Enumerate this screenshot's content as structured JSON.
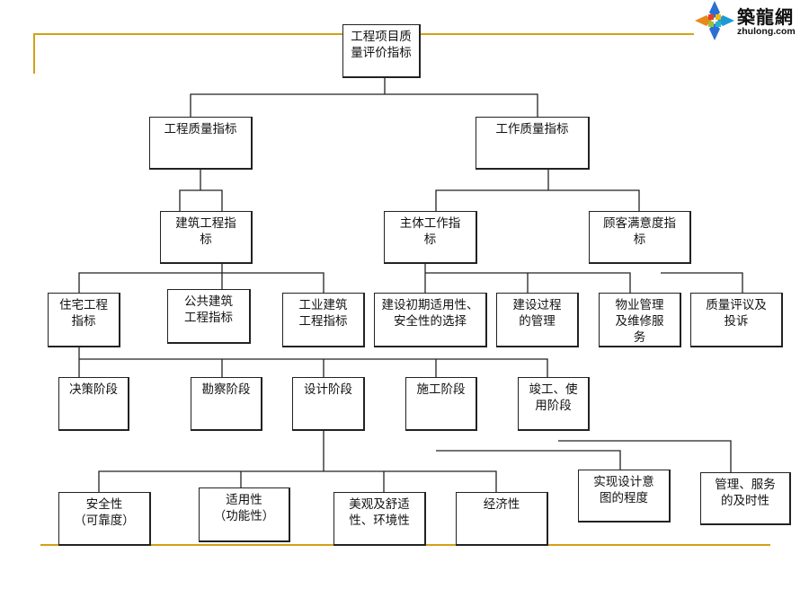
{
  "logo": {
    "name": "築龍網",
    "domain": "zhulong.com"
  },
  "nodes": {
    "root": [
      "工程项目质",
      "量评价指标"
    ],
    "project_quality": [
      "工程质量指标"
    ],
    "work_quality": [
      "工作质量指标"
    ],
    "building_eng": [
      "建筑工程指",
      "标"
    ],
    "main_work": [
      "主体工作指",
      "标"
    ],
    "customer_sat": [
      "顾客满意度指",
      "标"
    ],
    "residential": [
      "住宅工程",
      "指标"
    ],
    "public_building": [
      "公共建筑",
      "工程指标"
    ],
    "industrial_building": [
      "工业建筑",
      "工程指标"
    ],
    "early_selection": [
      "建设初期适用性、",
      "安全性的选择"
    ],
    "construction_mgmt": [
      "建设过程",
      "的管理"
    ],
    "property_mgmt": [
      "物业管理",
      "及维修服",
      "务"
    ],
    "complaints": [
      "质量评议及",
      "投诉"
    ],
    "decision": [
      "决策阶段"
    ],
    "survey": [
      "勘察阶段"
    ],
    "design": [
      "设计阶段"
    ],
    "construction": [
      "施工阶段"
    ],
    "completion": [
      "竣工、使",
      "用阶段"
    ],
    "design_intent": [
      "实现设计意",
      "图的程度"
    ],
    "timeliness": [
      "管理、服务",
      "的及时性"
    ],
    "safety": [
      "安全性",
      "（可靠度）"
    ],
    "applicability": [
      "适用性",
      "（功能性）"
    ],
    "aesthetics": [
      "美观及舒适",
      "性、环境性"
    ],
    "economy": [
      "经济性"
    ]
  },
  "colors": {
    "accent_line": "#d4a017",
    "border": "#222222"
  }
}
